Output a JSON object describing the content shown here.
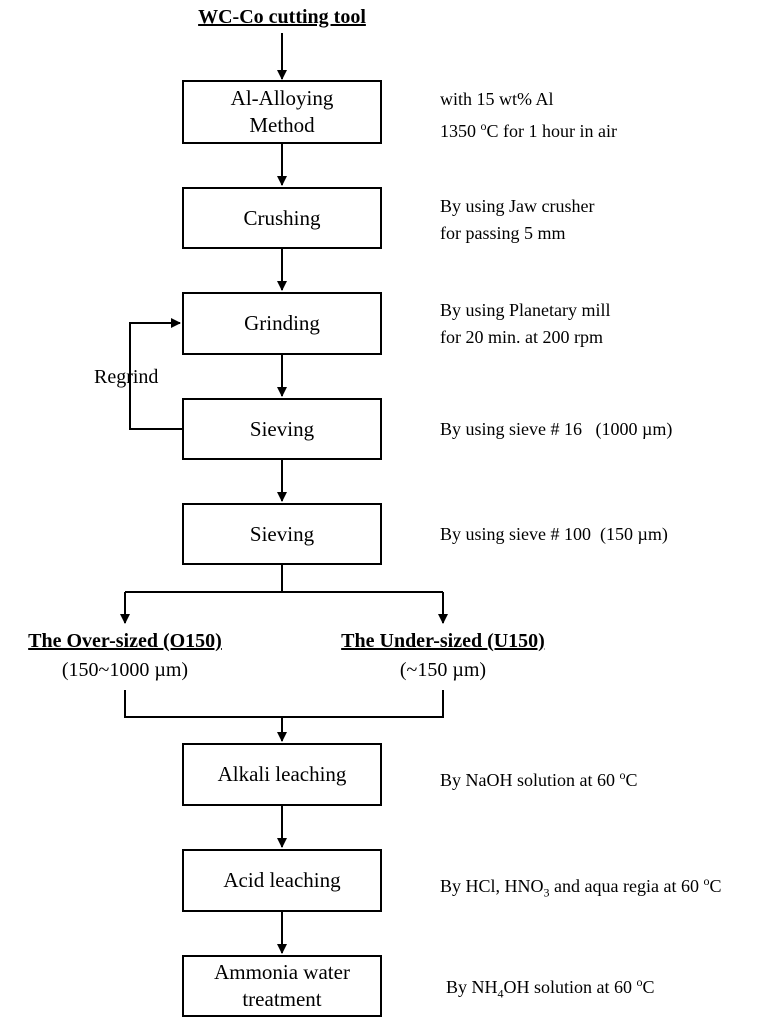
{
  "top_title": "WC-Co cutting tool",
  "steps": [
    {
      "id": "al-alloying",
      "label_line1": "Al-Alloying",
      "label_line2": "Method",
      "note_line1": "with 15 wt% Al",
      "note_line2_pre": "1350 ",
      "note_line2_sup": "o",
      "note_line2_post": "C for 1 hour in air"
    },
    {
      "id": "crushing",
      "label": "Crushing",
      "note_line1": "By using Jaw crusher",
      "note_line2": "for passing 5 mm"
    },
    {
      "id": "grinding",
      "label": "Grinding",
      "note_line1": "By using Planetary mill",
      "note_line2": "for 20 min. at 200 rpm"
    },
    {
      "id": "sieving-16",
      "label": "Sieving",
      "note": "By using sieve # 16   (1000 µm)"
    },
    {
      "id": "sieving-100",
      "label": "Sieving",
      "note": "By using sieve # 100  (150 µm)"
    },
    {
      "id": "alkali",
      "label": "Alkali leaching",
      "note_pre": "By NaOH solution at 60 ",
      "note_sup": "o",
      "note_post": "C"
    },
    {
      "id": "acid",
      "label": "Acid leaching",
      "note_pre": "By HCl, HNO",
      "note_sub": "3",
      "note_mid": " and aqua regia at 60 ",
      "note_sup": "o",
      "note_post": "C"
    },
    {
      "id": "ammonia",
      "label_line1": "Ammonia water",
      "label_line2": "treatment",
      "note_pre": "By NH",
      "note_sub": "4",
      "note_mid": "OH solution at 60 ",
      "note_sup": "o",
      "note_post": "C"
    }
  ],
  "regrind_label": "Regrind",
  "branches": [
    {
      "title": "The Over-sized (O150)",
      "range": "(150~1000 µm)"
    },
    {
      "title": "The Under-sized (U150)",
      "range": "(~150 µm)"
    }
  ]
}
